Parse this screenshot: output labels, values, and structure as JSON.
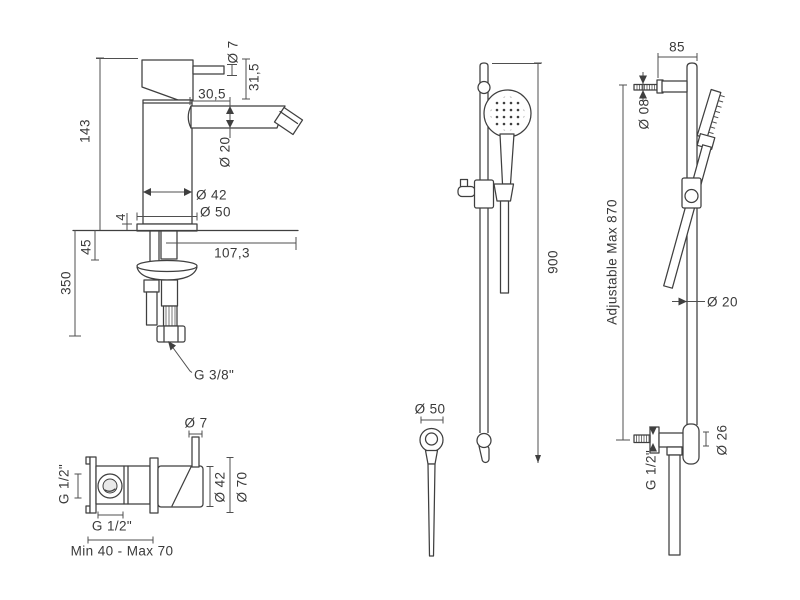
{
  "page": {
    "background": "#ffffff",
    "line_color": "#3f3f3f",
    "dim_color": "#4f4f4f",
    "text_color": "#3a3a3a"
  },
  "drawings": {
    "basin_mixer": {
      "labels": {
        "lever_diameter": "Ø 7",
        "lever_height": "31,5",
        "lever_length": "30,5",
        "body_height": "143",
        "spout_diameter": "Ø 20",
        "body_diameter": "Ø 42",
        "base_diameter": "Ø 50",
        "base_thickness": "4",
        "counter_offset": "45",
        "hose_length": "350",
        "spout_reach": "107,3",
        "hose_thread": "G 3/8\""
      }
    },
    "wall_mixer": {
      "labels": {
        "lever_diameter": "Ø 7",
        "inlet_thread": "G 1/2\"",
        "body_diameter": "Ø 42",
        "flange_diameter": "Ø 70",
        "outlet_thread": "G 1/2\"",
        "depth_range": "Min 40 - Max 70"
      }
    },
    "shower_front": {
      "labels": {
        "rail_height": "900",
        "outlet_diameter": "Ø 50"
      }
    },
    "shower_side": {
      "labels": {
        "bracket_offset": "85",
        "screw_diameter": "Ø 08",
        "adjustable_range": "Adjustable Max 870",
        "rail_diameter": "Ø 20",
        "bracket_diameter": "Ø 26",
        "hose_thread": "G 1/2\""
      }
    }
  }
}
